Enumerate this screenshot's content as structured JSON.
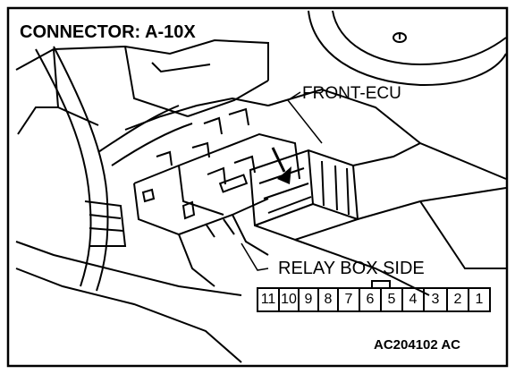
{
  "connector": {
    "title": "CONNECTOR: A-10X"
  },
  "labels": {
    "front_ecu": "FRONT-ECU",
    "relay_box_side": "RELAY BOX SIDE"
  },
  "figure_code": "AC204102 AC",
  "pins": [
    "11",
    "10",
    "9",
    "8",
    "7",
    "6",
    "5",
    "4",
    "3",
    "2",
    "1"
  ],
  "colors": {
    "line": "#000000",
    "background": "#ffffff"
  }
}
